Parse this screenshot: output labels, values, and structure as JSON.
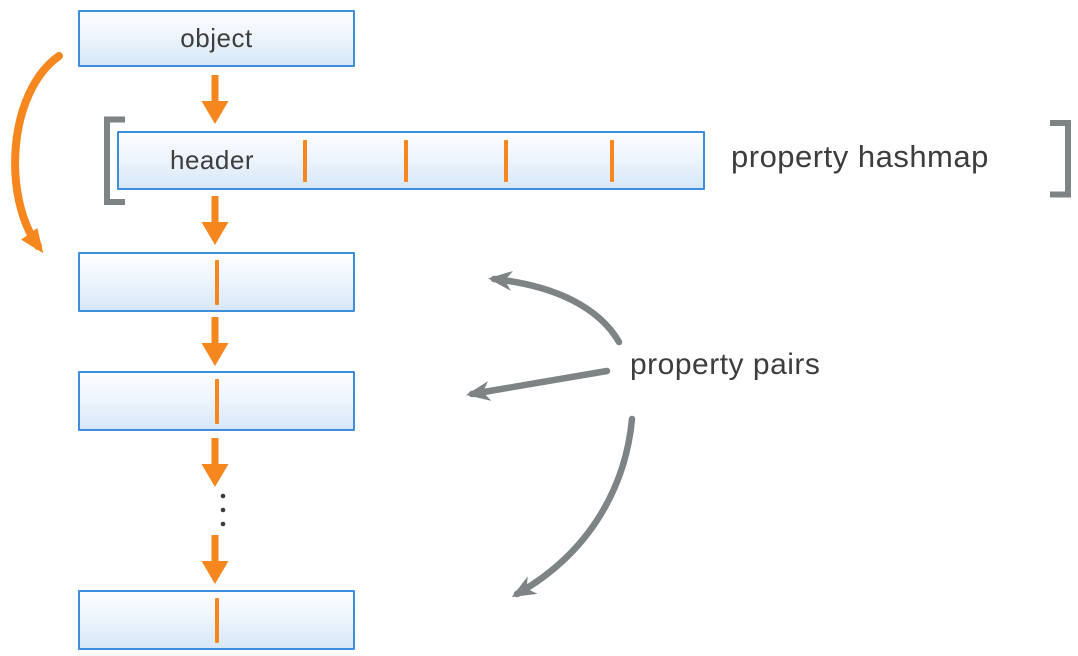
{
  "diagram": {
    "object_label": "object",
    "header_label": "header",
    "hashmap_annotation": "property hashmap",
    "pairs_annotation": "property pairs"
  },
  "structure": {
    "header_cell_count": 5,
    "header_divider_count": 4,
    "property_pair_boxes_shown": 3,
    "ellipsis_dot_count": 3
  },
  "icons": {
    "flow_arrows": "orange-down-arrow-icon",
    "object_to_pair_arrow": "orange-curved-arrow-icon",
    "pairs_pointer_arrows": "gray-curved-arrow-icon",
    "brackets": "gray-square-bracket-icon"
  },
  "colors": {
    "accent_orange": "#f6871f",
    "box_border_blue": "#3e8ede",
    "box_fill_top": "#fdfeff",
    "box_fill_bottom": "#d7e7f8",
    "annotation_gray": "#7e8386",
    "text_dark": "#3e3e3e",
    "background": "#ffffff"
  }
}
